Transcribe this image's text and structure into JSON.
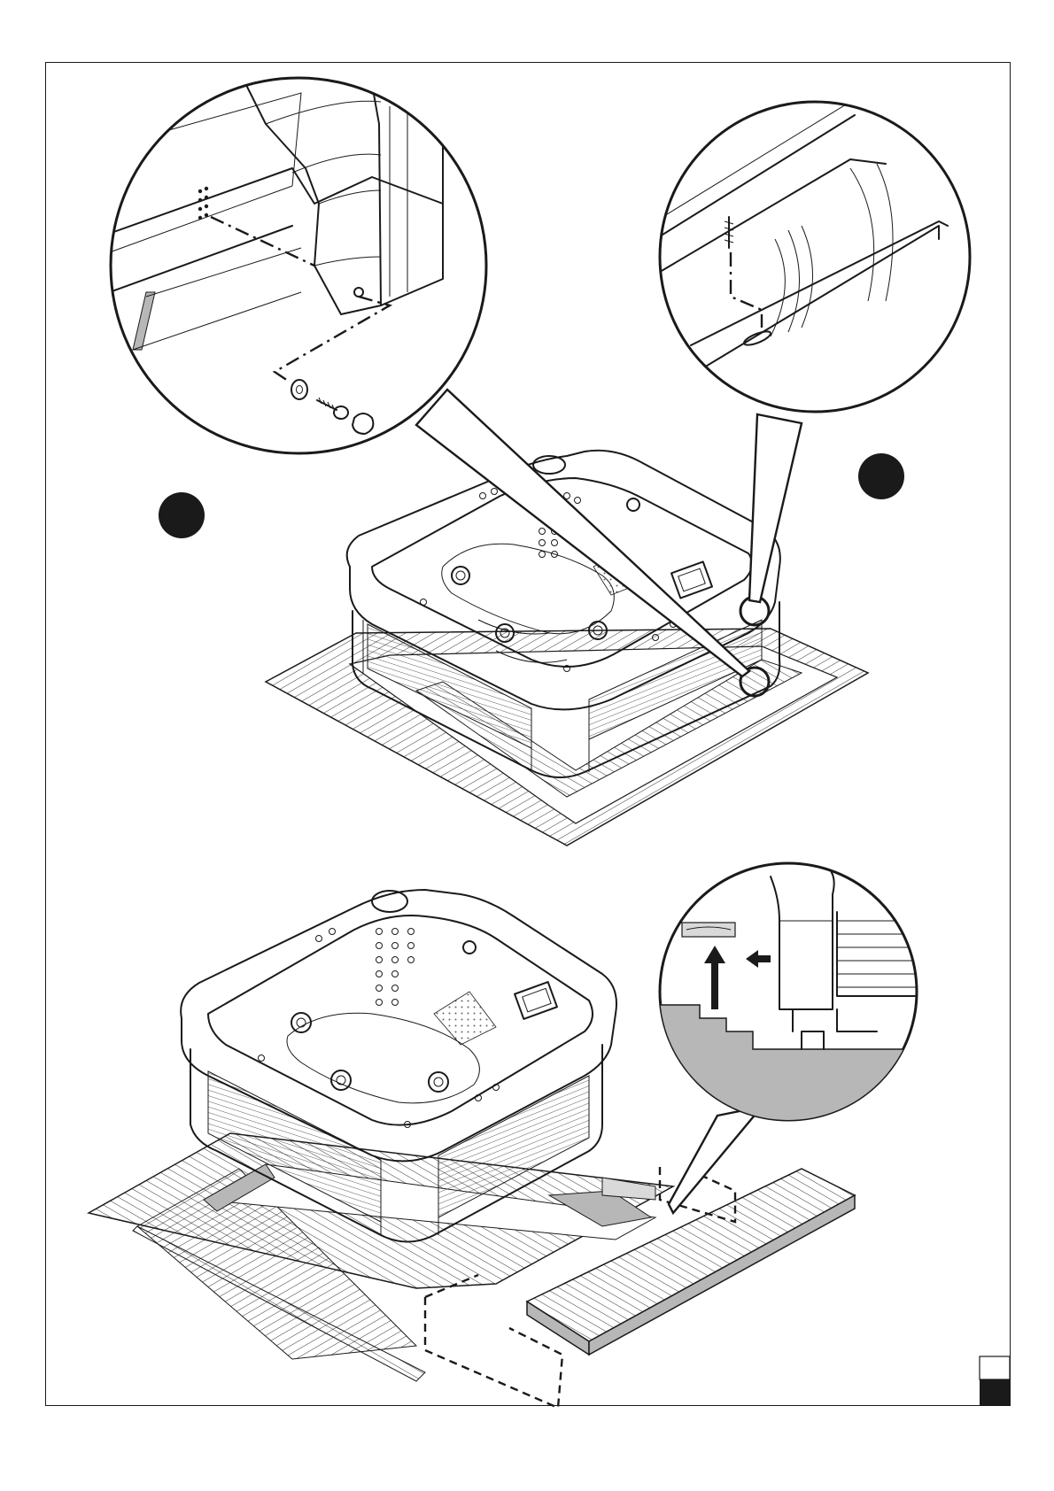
{
  "colors": {
    "ink": "#1a1a1a",
    "grey_fill": "#b7b7b7",
    "light_grey": "#d9d9d9",
    "paper": "#ffffff"
  },
  "icons": {
    "step_marker_left": "filled-circle",
    "step_marker_right": "filled-circle",
    "arrow_up": "up-arrow-icon",
    "arrow_left": "left-arrow-icon",
    "page_tab_top": "empty-square",
    "page_tab_bottom": "filled-square"
  }
}
